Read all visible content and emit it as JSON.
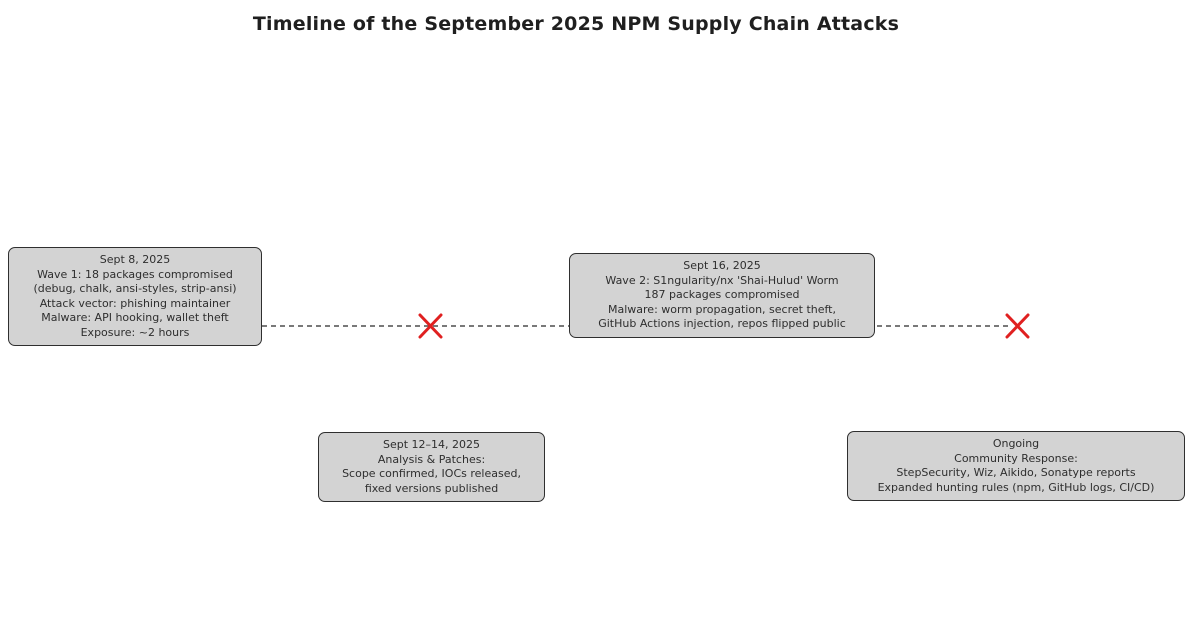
{
  "title": "Timeline of the September 2025 NPM Supply Chain Attacks",
  "colors": {
    "background": "#ffffff",
    "box_fill": "#d3d3d3",
    "box_border": "#2f2f2f",
    "timeline_line": "#4d4d4d",
    "x_marker": "#e02020",
    "text": "#2e2e2e",
    "title_text": "#1f1f1f"
  },
  "events": [
    {
      "id": "wave1",
      "date": "Sept 8, 2025",
      "lines": [
        "Wave 1: 18 packages compromised",
        "(debug, chalk, ansi-styles, strip-ansi)",
        "Attack vector: phishing maintainer",
        "Malware: API hooking, wallet theft",
        "Exposure: ~2 hours"
      ]
    },
    {
      "id": "wave2",
      "date": "Sept 16, 2025",
      "lines": [
        "Wave 2: S1ngularity/nx 'Shai-Hulud' Worm",
        "187 packages compromised",
        "Malware: worm propagation, secret theft,",
        "GitHub Actions injection, repos flipped public"
      ]
    },
    {
      "id": "analysis",
      "date": "Sept 12–14, 2025",
      "lines": [
        "Analysis & Patches:",
        "Scope confirmed, IOCs released,",
        "fixed versions published"
      ]
    },
    {
      "id": "ongoing",
      "date": "Ongoing",
      "lines": [
        "Community Response:",
        "StepSecurity, Wiz, Aikido, Sonatype reports",
        "Expanded hunting rules (npm, GitHub logs, CI/CD)"
      ]
    }
  ]
}
